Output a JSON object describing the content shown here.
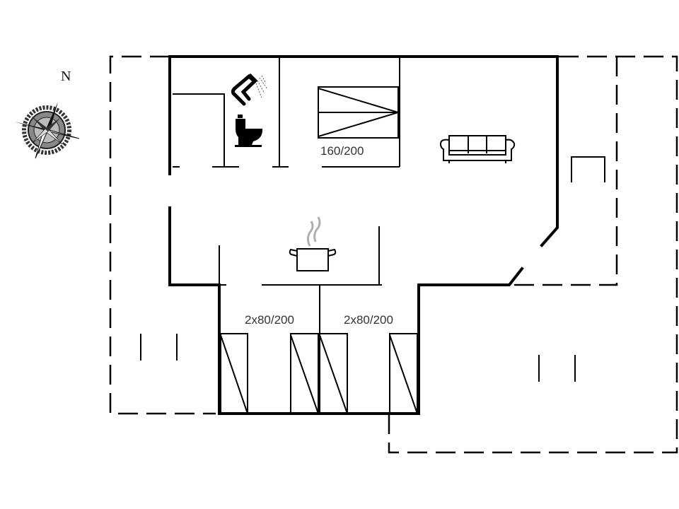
{
  "compass": {
    "north_label": "N"
  },
  "rooms": {
    "bedroom_1": {
      "bed_label": "160/200"
    },
    "bedroom_2": {
      "bed_label": "2x80/200"
    },
    "bedroom_3": {
      "bed_label": "2x80/200"
    }
  },
  "icons": {
    "bathroom": [
      "shower-icon",
      "toilet-icon"
    ],
    "living_room": [
      "sofa-icon"
    ],
    "kitchen": [
      "cooking-pot-icon"
    ],
    "compass": [
      "compass-rose-icon"
    ]
  },
  "colors": {
    "walls": "#000000",
    "text": "#333333",
    "background": "#ffffff",
    "steam": "#b0b0b0"
  }
}
